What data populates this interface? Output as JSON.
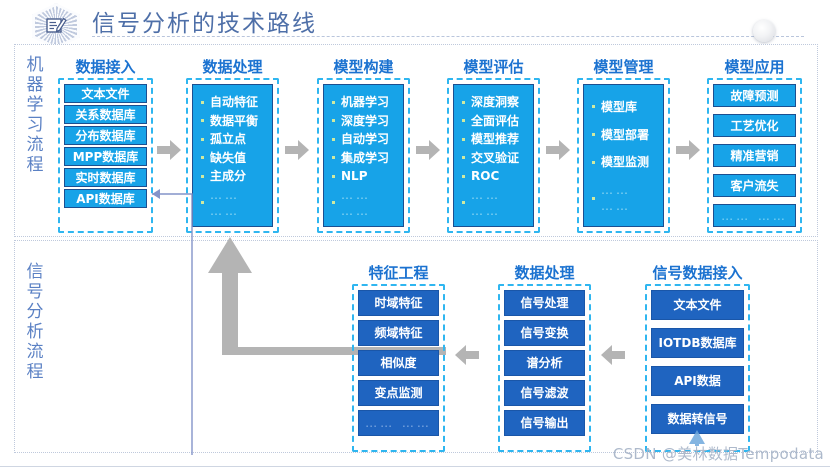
{
  "header": {
    "title": "信号分析的技术路线",
    "badge_icon": "document-edit-icon",
    "corner_decoration": "circle-decoration"
  },
  "colors": {
    "title_text": "#4e6fa8",
    "column_title": "#1b72d0",
    "chip_fill_light": "#17a3e8",
    "chip_fill_dark": "#1f64c0",
    "dashed_border": "#2fb6f0",
    "arrow_gray": "#b4b4b4",
    "feedback_line": "#7a8fc8",
    "side_label": "#5b81c4"
  },
  "ml_flow": {
    "side_label": "机器学习流程",
    "columns": [
      {
        "title": "数据接入",
        "style": "chips",
        "items": [
          "文本文件",
          "关系数据库",
          "分布数据库",
          "MPP数据库",
          "实时数据库",
          "API数据库"
        ]
      },
      {
        "title": "数据处理",
        "style": "bullets",
        "items": [
          "自动特征",
          "数据平衡",
          "孤立点",
          "缺失值",
          "主成分",
          "…… ……"
        ]
      },
      {
        "title": "模型构建",
        "style": "bullets",
        "items": [
          "机器学习",
          "深度学习",
          "自动学习",
          "集成学习",
          "NLP",
          "…… ……"
        ]
      },
      {
        "title": "模型评估",
        "style": "bullets",
        "items": [
          "深度洞察",
          "全面评估",
          "模型推荐",
          "交叉验证",
          "ROC",
          "…… ……"
        ]
      },
      {
        "title": "模型管理",
        "style": "bullets",
        "items": [
          "模型库",
          "模型部署",
          "模型监测",
          "…… ……"
        ]
      },
      {
        "title": "模型应用",
        "style": "chips",
        "items": [
          "故障预测",
          "工艺优化",
          "精准营销",
          "客户流失",
          "…… ……"
        ]
      }
    ]
  },
  "signal_flow": {
    "side_label": "信号分析流程",
    "columns": [
      {
        "title": "特征工程",
        "items": [
          "时域特征",
          "频域特征",
          "相似度",
          "变点监测",
          "…… ……"
        ]
      },
      {
        "title": "数据处理",
        "items": [
          "信号处理",
          "信号变换",
          "谱分析",
          "信号滤波",
          "信号输出"
        ]
      },
      {
        "title": "信号数据接入",
        "items": [
          "文本文件",
          "IOTDB数据库",
          "API数据",
          "数据转信号"
        ]
      }
    ]
  },
  "watermark": "CSDN @美林数据Tempodata"
}
